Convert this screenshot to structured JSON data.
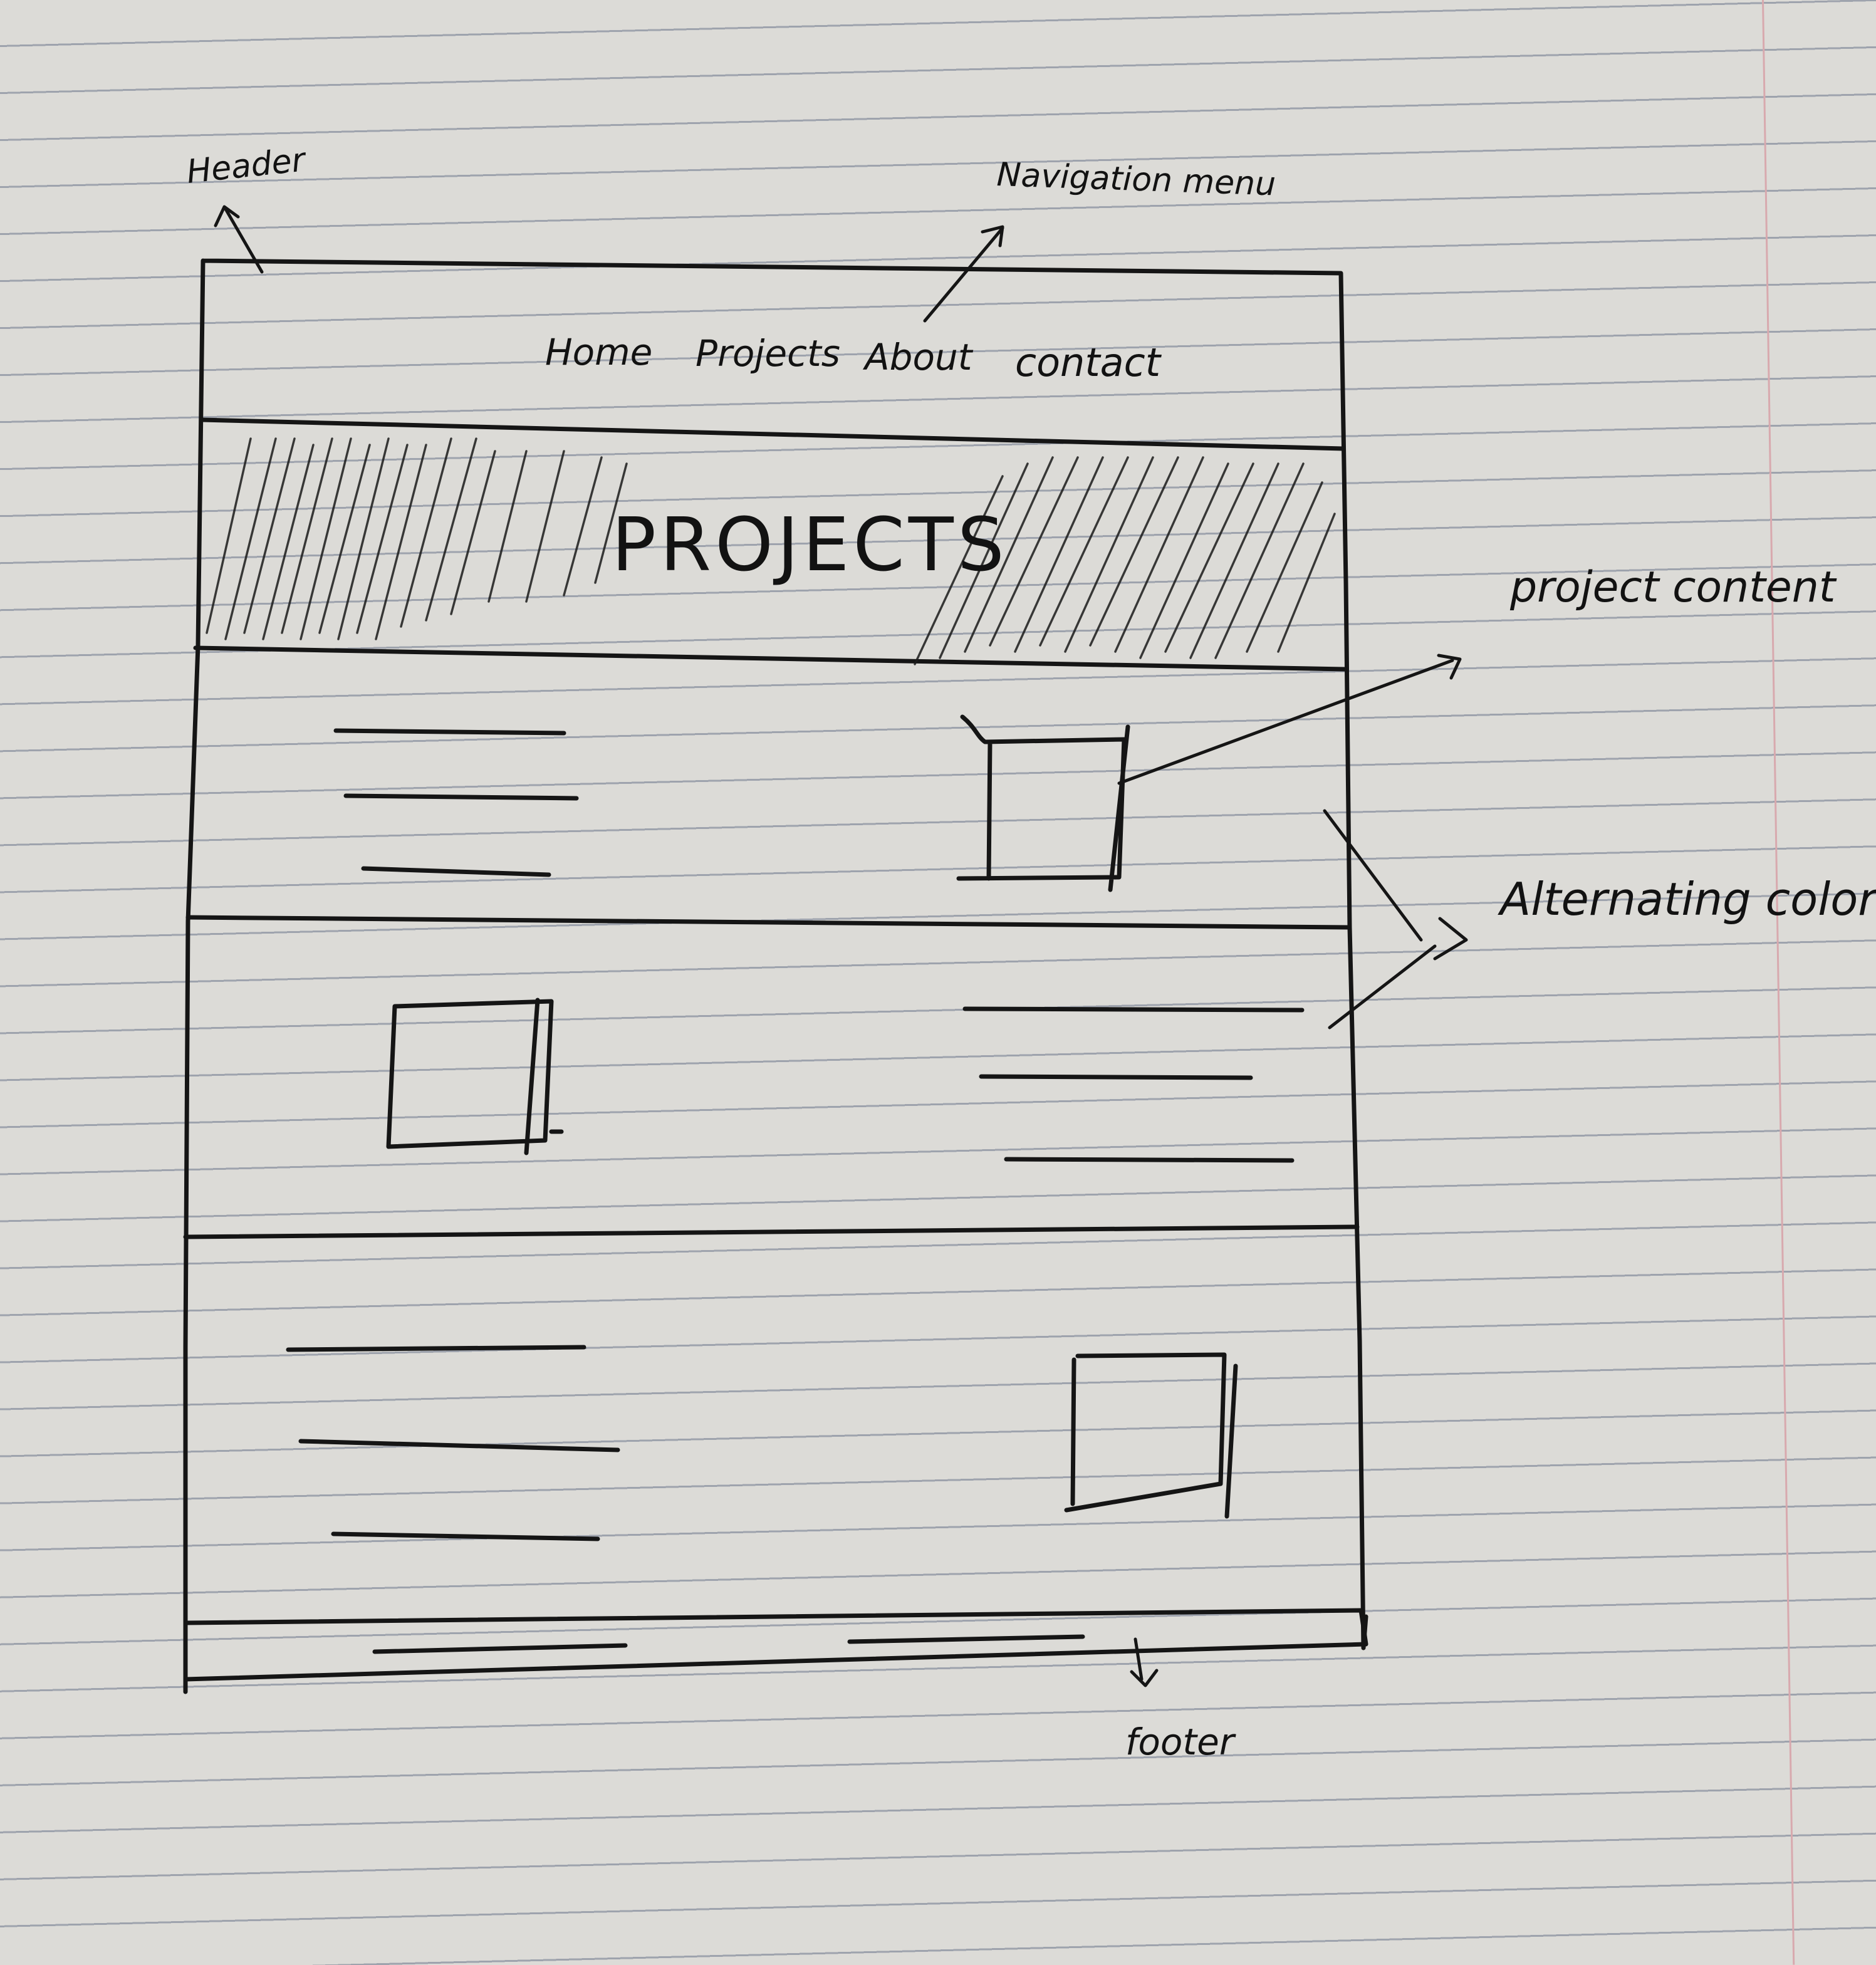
{
  "annotations": {
    "header": "Header",
    "navigation": "Navigation menu",
    "project_content": "project content",
    "alternating_colors": "Alternating colors",
    "footer": "footer"
  },
  "nav": {
    "items": [
      "Home",
      "Projects",
      "About",
      "contact"
    ]
  },
  "banner": {
    "title": "PROJECTS"
  },
  "colors": {
    "paper": "#dcdbd7",
    "ink": "#151515",
    "rule": "#9ea3ad",
    "margin": "#d8a9ae"
  }
}
